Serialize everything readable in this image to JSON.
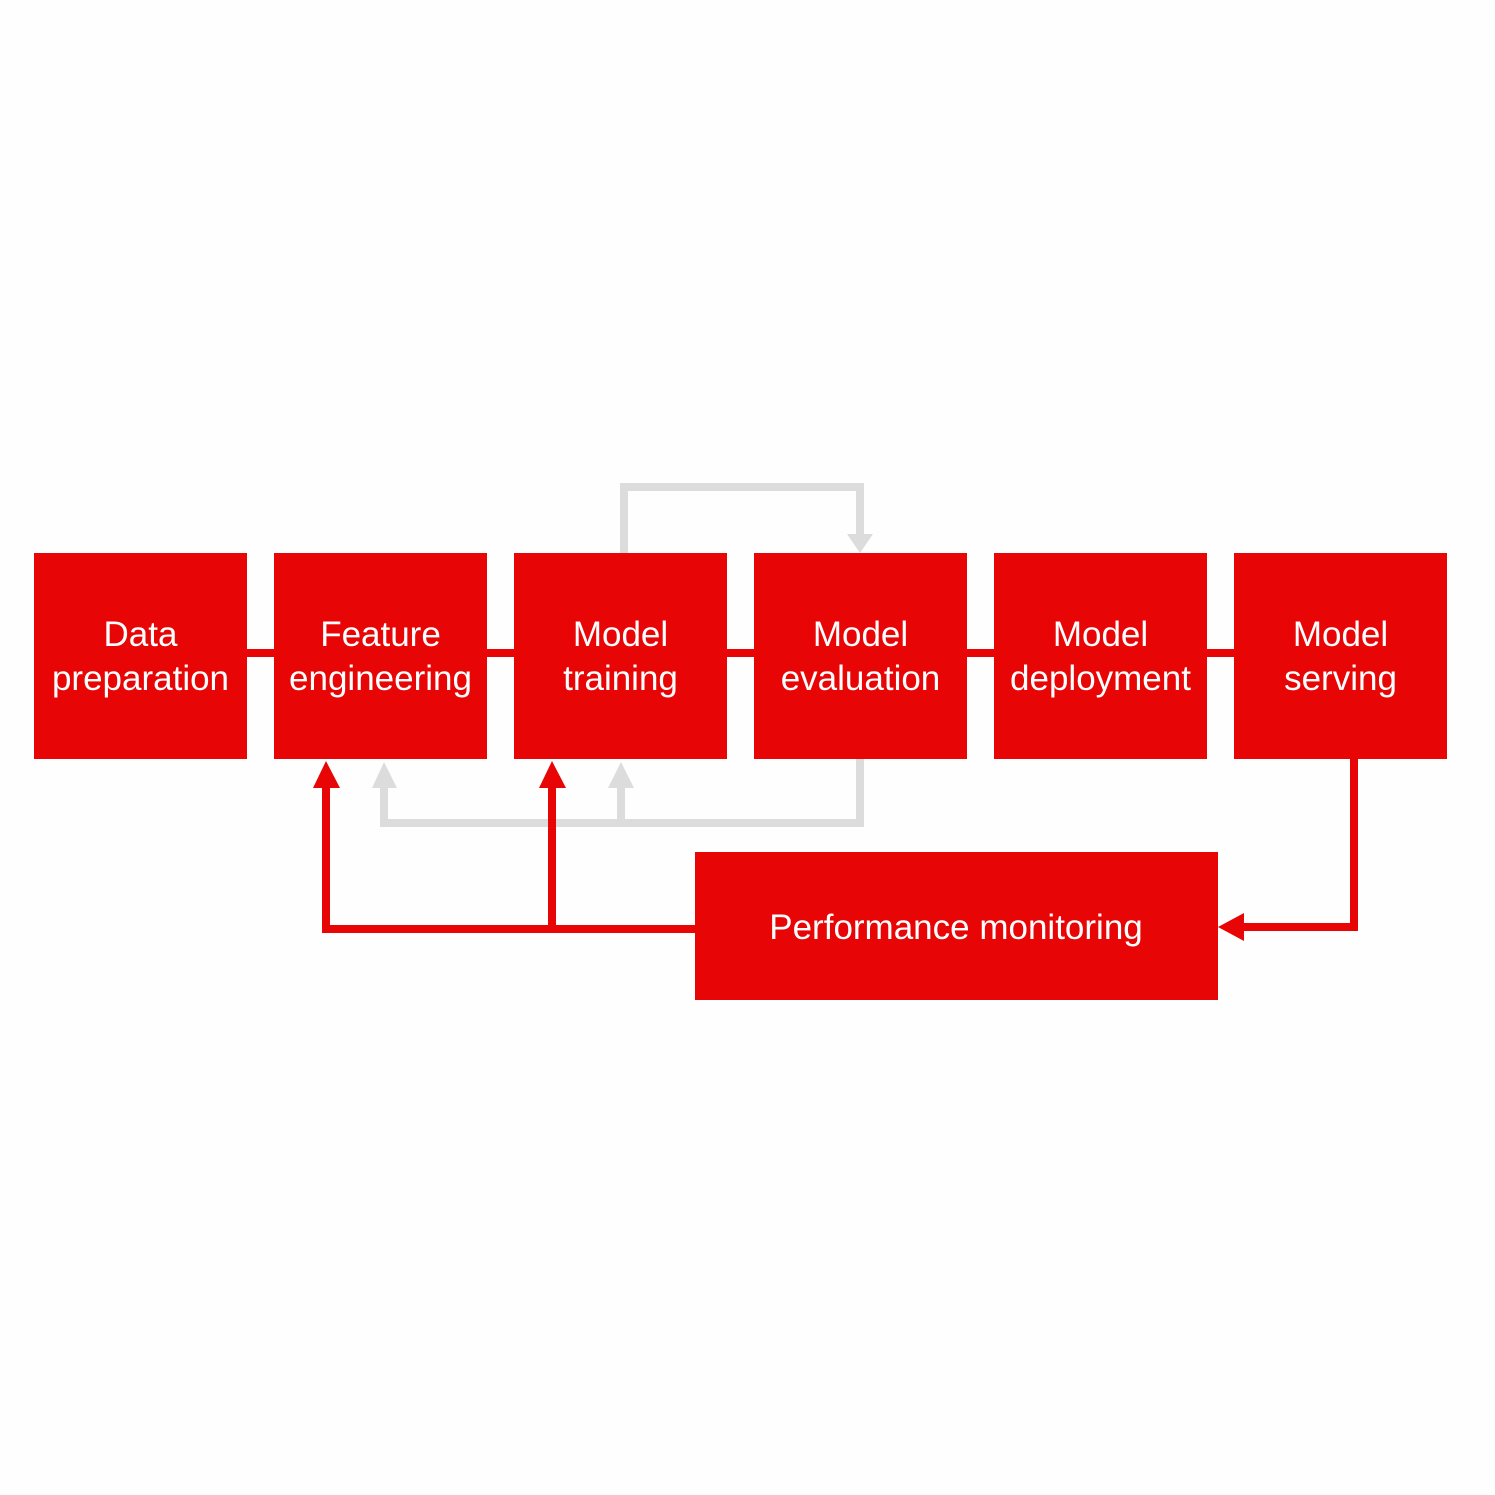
{
  "colors": {
    "background": "#fefefe",
    "box_fill": "#e80505",
    "box_text": "#ffffff",
    "primary_connector": "#e80505",
    "secondary_connector": "#dcdcdc"
  },
  "stages": [
    {
      "id": "data-preparation",
      "lines": [
        "Data",
        "preparation"
      ]
    },
    {
      "id": "feature-engineering",
      "lines": [
        "Feature",
        "engineering"
      ]
    },
    {
      "id": "model-training",
      "lines": [
        "Model",
        "training"
      ]
    },
    {
      "id": "model-evaluation",
      "lines": [
        "Model",
        "evaluation"
      ]
    },
    {
      "id": "model-deployment",
      "lines": [
        "Model",
        "deployment"
      ]
    },
    {
      "id": "model-serving",
      "lines": [
        "Model",
        "serving"
      ]
    }
  ],
  "monitoring": {
    "id": "performance-monitoring",
    "label": "Performance monitoring"
  },
  "connections": [
    {
      "from": "data-preparation",
      "to": "feature-engineering",
      "style": "primary",
      "arrow": false
    },
    {
      "from": "feature-engineering",
      "to": "model-training",
      "style": "primary",
      "arrow": false
    },
    {
      "from": "model-training",
      "to": "model-evaluation",
      "style": "primary",
      "arrow": false
    },
    {
      "from": "model-evaluation",
      "to": "model-deployment",
      "style": "primary",
      "arrow": false
    },
    {
      "from": "model-deployment",
      "to": "model-serving",
      "style": "primary",
      "arrow": false
    },
    {
      "from": "model-training",
      "to": "model-evaluation",
      "style": "secondary",
      "arrow": true,
      "route": "over-top"
    },
    {
      "from": "model-evaluation",
      "to": "feature-engineering",
      "style": "secondary",
      "arrow": true,
      "route": "under-bottom"
    },
    {
      "from": "model-evaluation",
      "to": "model-training",
      "style": "secondary",
      "arrow": true,
      "route": "under-bottom"
    },
    {
      "from": "model-serving",
      "to": "performance-monitoring",
      "style": "primary",
      "arrow": true
    },
    {
      "from": "performance-monitoring",
      "to": "feature-engineering",
      "style": "primary",
      "arrow": true
    },
    {
      "from": "performance-monitoring",
      "to": "model-training",
      "style": "primary",
      "arrow": true
    }
  ]
}
